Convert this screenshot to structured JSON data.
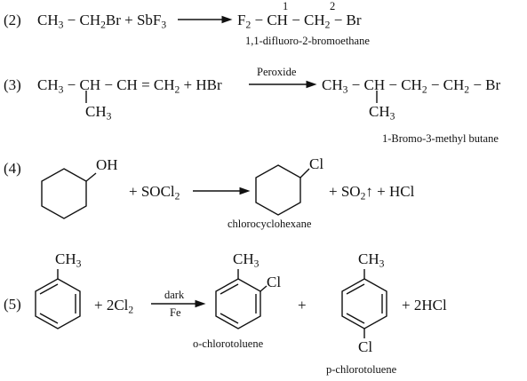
{
  "reactions": {
    "r2": {
      "number": "(2)",
      "reactant_a_part1": "CH",
      "reactant_a_sub1": "3",
      "reactant_a_part2": " − CH",
      "reactant_a_sub2": "2",
      "reactant_a_part3": "Br + SbF",
      "reactant_a_sub3": "3",
      "product_part1": "F",
      "product_sub1": "2",
      "product_part2": " − CH − CH",
      "product_sub2": "2",
      "product_part3": " − Br",
      "carbon_label_1": "1",
      "carbon_label_2": "2",
      "product_name": "1,1-difluoro-2-bromoethane"
    },
    "r3": {
      "number": "(3)",
      "reactant_part1": "CH",
      "reactant_sub1": "3",
      "reactant_part2": " − CH − CH = CH",
      "reactant_sub2": "2",
      "reactant_part3": " + HBr",
      "reactant_branch": "CH",
      "reactant_branch_sub": "3",
      "condition": "Peroxide",
      "product_part1": "CH",
      "product_sub1": "3",
      "product_part2": " − CH − CH",
      "product_sub2": "2",
      "product_part3": " − CH",
      "product_sub3": "2",
      "product_part4": " − Br",
      "product_branch": "CH",
      "product_branch_sub": "3",
      "product_name": "1-Bromo-3-methyl butane"
    },
    "r4": {
      "number": "(4)",
      "substituent_oh": "OH",
      "reagent_part1": "+ SOCl",
      "reagent_sub1": "2",
      "substituent_cl": "Cl",
      "byproduct_part1": "+ SO",
      "byproduct_sub1": "2",
      "byproduct_part2": "↑ + HCl",
      "product_name": "chlorocyclohexane"
    },
    "r5": {
      "number": "(5)",
      "methyl_part": "CH",
      "methyl_sub": "3",
      "reagent_part1": "+ 2Cl",
      "reagent_sub1": "2",
      "condition_top": "dark",
      "condition_bottom": "Fe",
      "ortho_methyl": "CH",
      "ortho_methyl_sub": "3",
      "ortho_cl": "Cl",
      "plus_sign": "+",
      "para_methyl": "CH",
      "para_methyl_sub": "3",
      "para_cl": "Cl",
      "byproduct": "+ 2HCl",
      "ortho_name": "o-chlorotoluene",
      "para_name": "p-chlorotoluene"
    }
  }
}
